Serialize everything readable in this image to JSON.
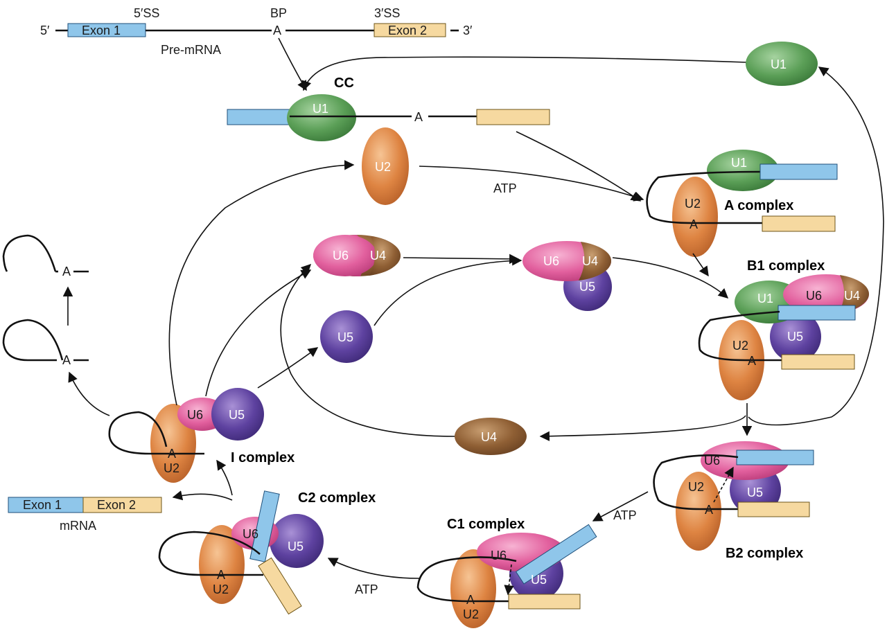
{
  "premrna": {
    "five_prime": "5′",
    "three_prime": "3′",
    "exon1": "Exon 1",
    "exon2": "Exon 2",
    "ss5": "5′SS",
    "bp": "BP",
    "ss3": "3′SS",
    "label": "Pre-mRNA",
    "a": "A"
  },
  "snrnps": {
    "u1": "U1",
    "u2": "U2",
    "u4": "U4",
    "u5": "U5",
    "u6": "U6"
  },
  "complexes": {
    "cc": "CC",
    "a": "A complex",
    "b1": "B1 complex",
    "b2": "B2 complex",
    "c1": "C1 complex",
    "c2": "C2 complex",
    "i": "I complex"
  },
  "energy": {
    "atp": "ATP"
  },
  "mrna": {
    "exon1": "Exon 1",
    "exon2": "Exon 2",
    "label": "mRNA"
  },
  "colors": {
    "u1": "#4e9a50",
    "u2": "#d97e3c",
    "u4": "#8c5e32",
    "u5": "#5b3f99",
    "u6": "#e05d9a",
    "exon1": "#8fc6ea",
    "exon2": "#f6d9a0"
  }
}
